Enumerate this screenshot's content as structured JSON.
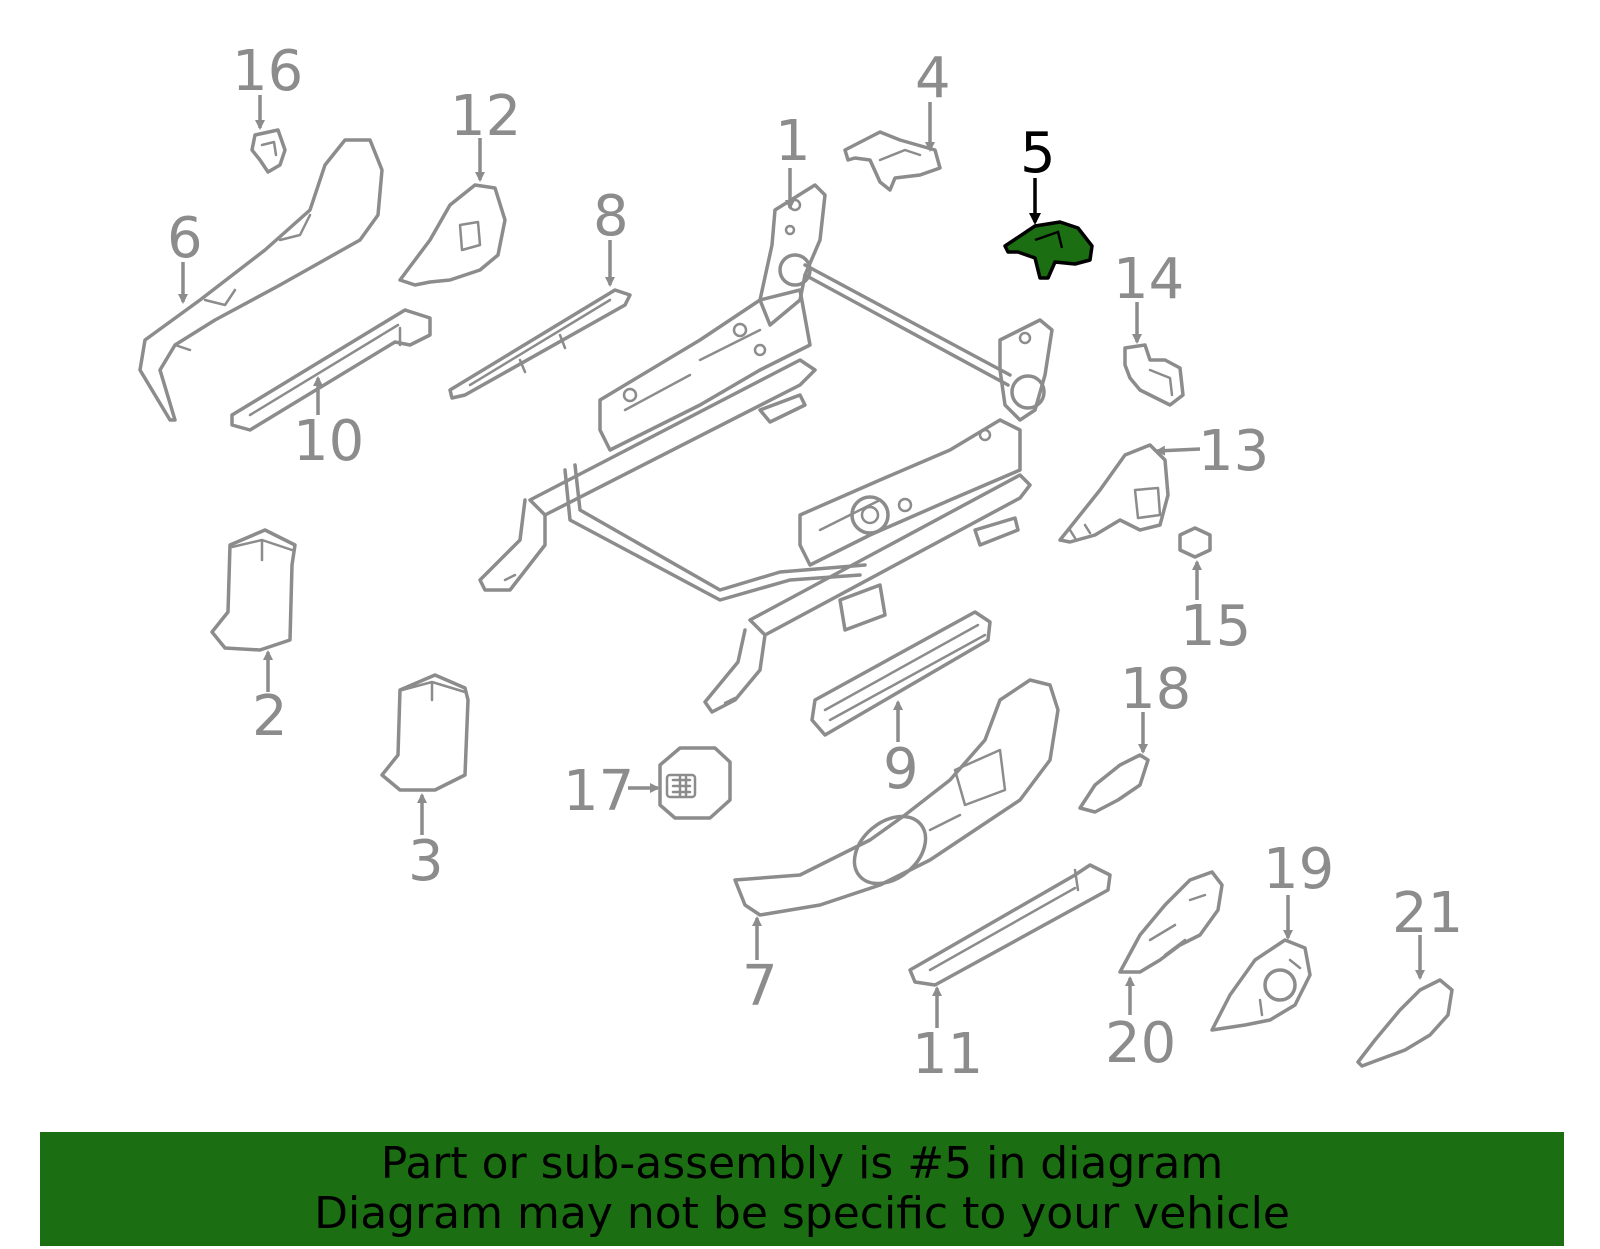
{
  "colors": {
    "highlight_fill": "#1b6e12",
    "part_stroke": "#8c8c8c",
    "banner_background": "#1b6e12",
    "banner_text": "#000000"
  },
  "callouts": {
    "c1": "1",
    "c2": "2",
    "c3": "3",
    "c4": "4",
    "c5": "5",
    "c6": "6",
    "c7": "7",
    "c8": "8",
    "c9": "9",
    "c10": "10",
    "c11": "11",
    "c12": "12",
    "c13": "13",
    "c14": "14",
    "c15": "15",
    "c16": "16",
    "c17": "17",
    "c18": "18",
    "c19": "19",
    "c20": "20",
    "c21": "21"
  },
  "highlighted_part": "5",
  "banner": {
    "line1": "Part or sub-assembly is #5 in diagram",
    "line2": "Diagram may not be specific to your vehicle"
  }
}
